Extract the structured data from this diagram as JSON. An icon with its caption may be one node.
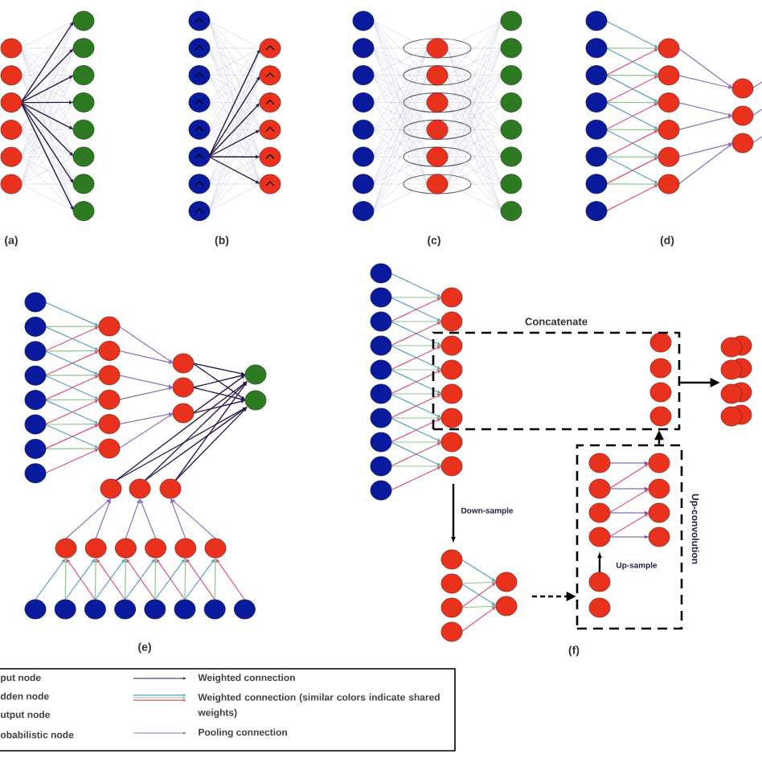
{
  "diagram": {
    "nodes": [
      {
        "text": [
          "Concatenate"
        ]
      },
      {
        "text": [
          "Up-convolution"
        ]
      },
      {
        "text": [],
        "shape": "circle"
      }
    ],
    "edges": [
      {
        "from": 1,
        "to": 0,
        "arrow": "to"
      },
      {
        "from": 0,
        "to": 2,
        "arrow": "to"
      },
      {
        "from": null,
        "to": 1,
        "arrow": "to",
        "style": "dashed"
      }
    ],
    "labels": [
      "(a)",
      "(b)",
      "(c)",
      "(d)",
      "Down-sample",
      "Up-sample",
      "(e)",
      "(f)"
    ],
    "legend": [
      {
        "text": "put node"
      },
      {
        "text": "dden node"
      },
      {
        "text": "utput node"
      },
      {
        "text": "obabilistic node"
      },
      {
        "text": "Weighted connection"
      },
      {
        "text": "Weighted connection (similar colors indicate shared weights)"
      },
      {
        "text": "Pooling connection"
      }
    ]
  }
}
